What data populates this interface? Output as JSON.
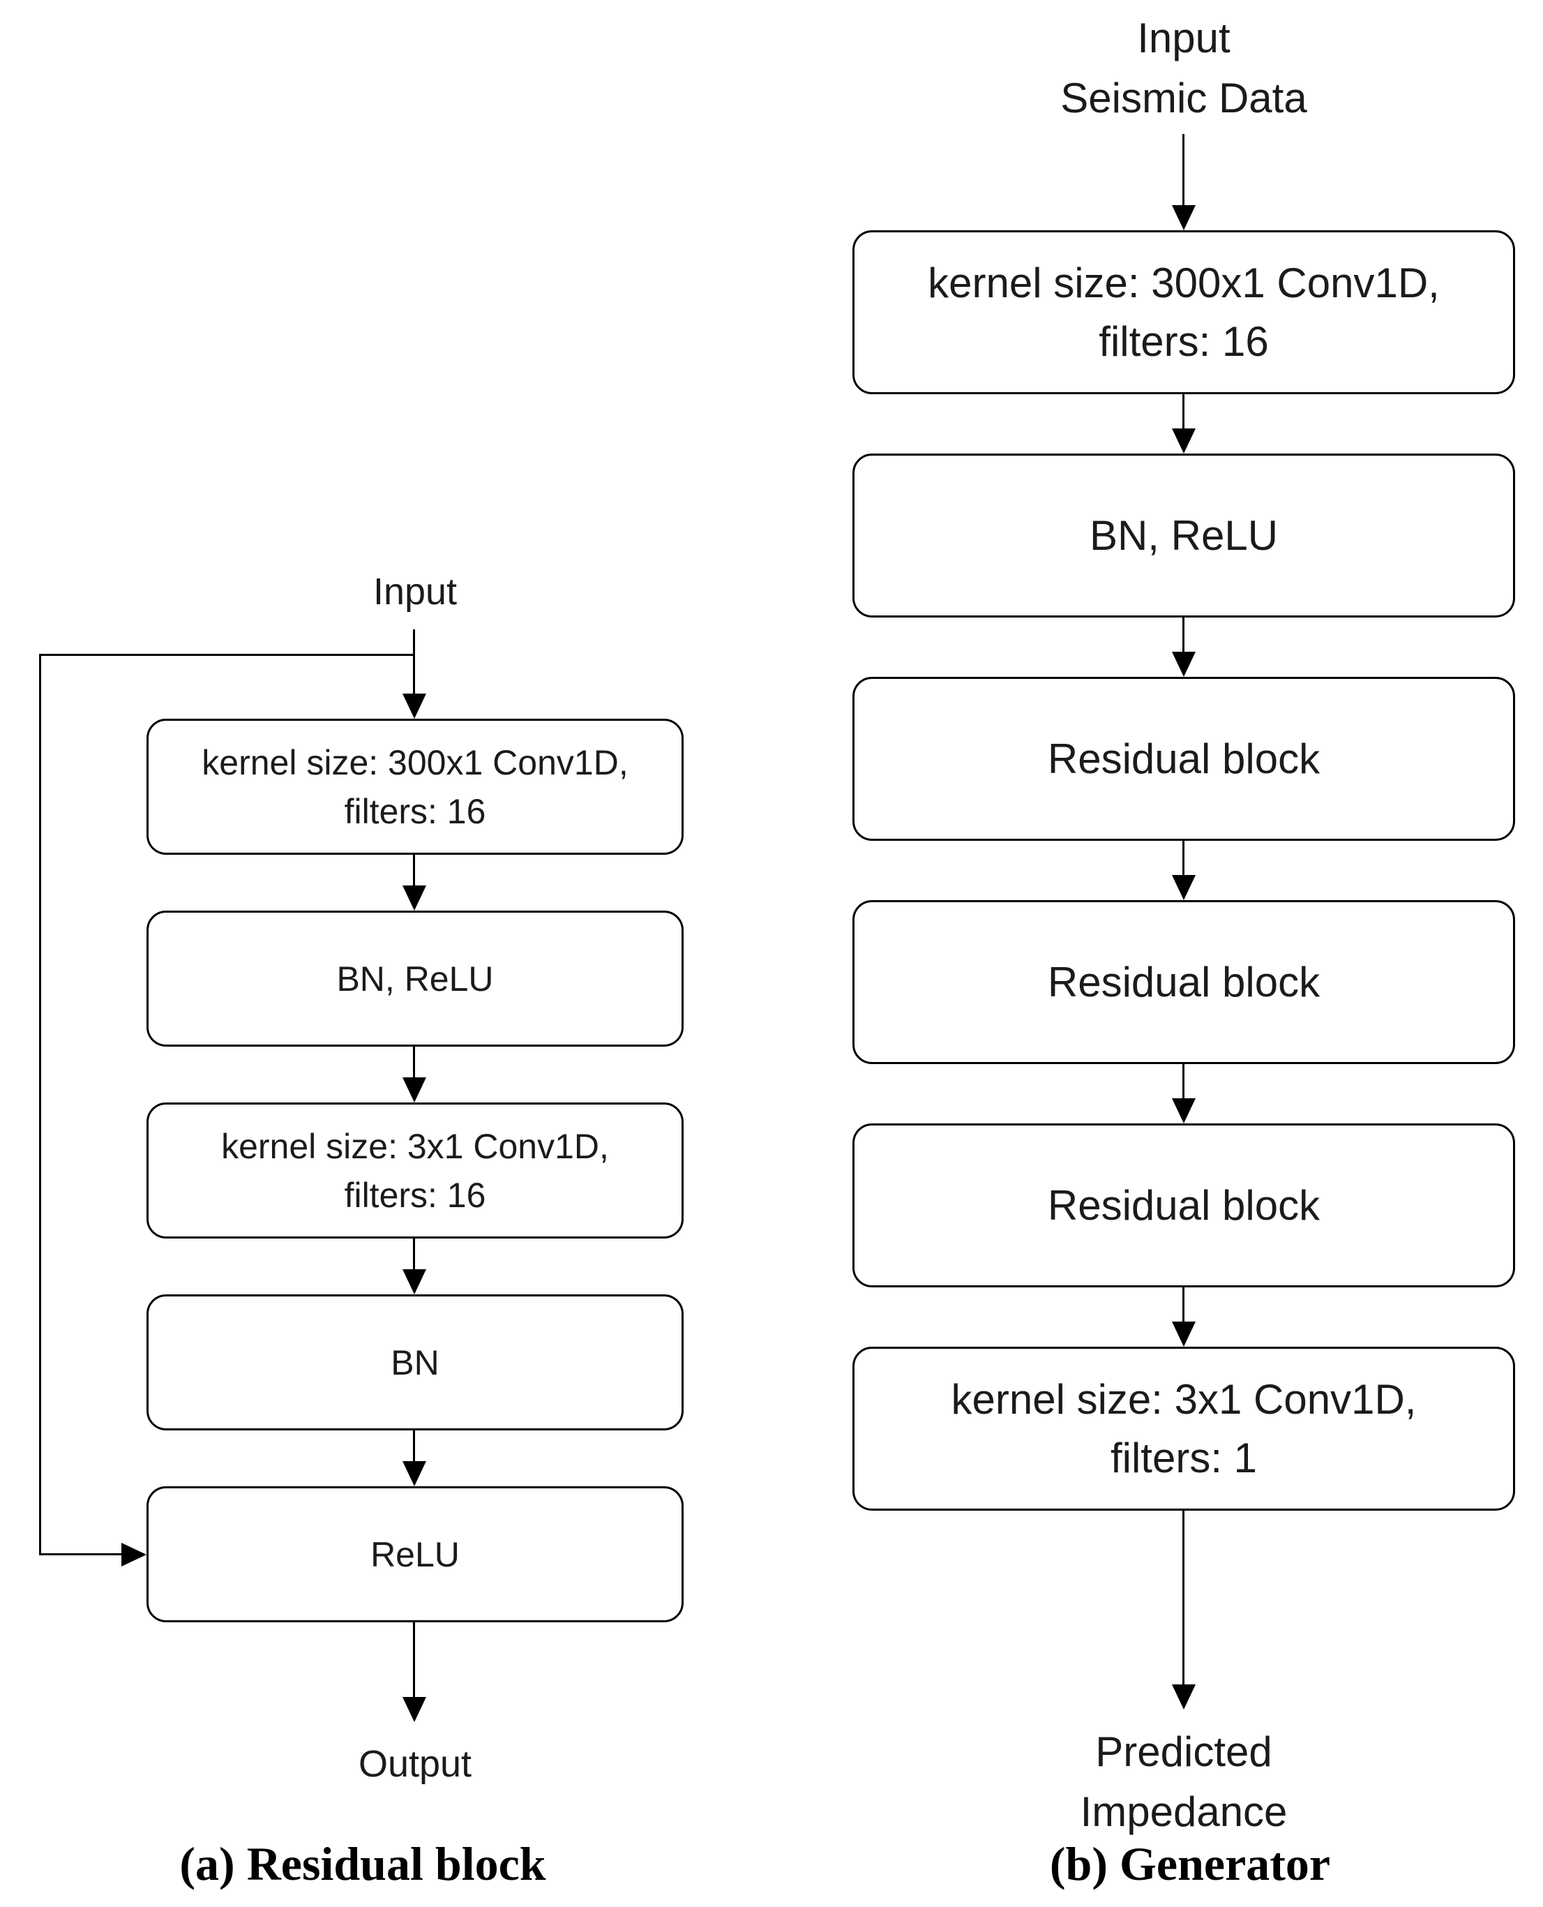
{
  "colors": {
    "background": "#ffffff",
    "line": "#000000",
    "text": "#1b1b1b"
  },
  "panel_a": {
    "caption": "(a) Residual block",
    "input_label": "Input",
    "output_label": "Output",
    "boxes": [
      {
        "line1": "kernel size: 300x1 Conv1D,",
        "line2": "filters: 16"
      },
      {
        "line1": "BN, ReLU"
      },
      {
        "line1": "kernel size: 3x1 Conv1D,",
        "line2": "filters: 16"
      },
      {
        "line1": "BN"
      },
      {
        "line1": "ReLU"
      }
    ]
  },
  "panel_b": {
    "caption": "(b) Generator",
    "input_label_line1": "Input",
    "input_label_line2": "Seismic Data",
    "output_label_line1": "Predicted",
    "output_label_line2": "Impedance",
    "boxes": [
      {
        "line1": "kernel size: 300x1 Conv1D,",
        "line2": "filters: 16"
      },
      {
        "line1": "BN, ReLU"
      },
      {
        "line1": "Residual block"
      },
      {
        "line1": "Residual block"
      },
      {
        "line1": "Residual block"
      },
      {
        "line1": "kernel size: 3x1 Conv1D,",
        "line2": "filters: 1"
      }
    ]
  }
}
